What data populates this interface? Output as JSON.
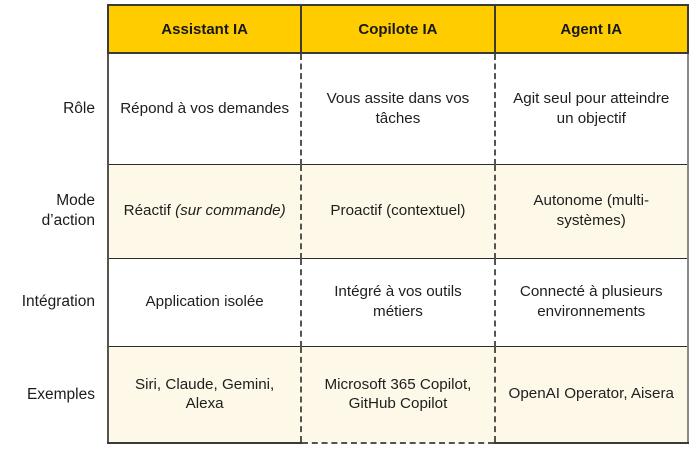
{
  "table": {
    "row_label_header": "",
    "columns": [
      {
        "label": "Assistant IA",
        "key": "assistant"
      },
      {
        "label": "Copilote IA",
        "key": "copilote"
      },
      {
        "label": "Agent IA",
        "key": "agent"
      }
    ],
    "rows": [
      {
        "label": "Rôle",
        "cells": [
          {
            "text": "Répond à vos demandes",
            "italic_part": ""
          },
          {
            "text": "Vous assite dans vos tâches",
            "italic_part": ""
          },
          {
            "text": "Agit seul pour atteindre un objectif",
            "italic_part": ""
          }
        ]
      },
      {
        "label": "Mode\nd’action",
        "cells": [
          {
            "text": "Réactif ",
            "italic_part": "(sur commande)"
          },
          {
            "text": "Proactif (contextuel)",
            "italic_part": ""
          },
          {
            "text": "Autonome (multi-systèmes)",
            "italic_part": ""
          }
        ]
      },
      {
        "label": "Intégration",
        "cells": [
          {
            "text": "Application isolée",
            "italic_part": ""
          },
          {
            "text": "Intégré à vos outils métiers",
            "italic_part": ""
          },
          {
            "text": "Connecté à plusieurs environnements",
            "italic_part": ""
          }
        ]
      },
      {
        "label": "Exemples",
        "cells": [
          {
            "text": "Siri, Claude, Gemini, Alexa",
            "italic_part": ""
          },
          {
            "text": "Microsoft 365 Copilot, GitHub Copilot",
            "italic_part": ""
          },
          {
            "text": "OpenAI Operator, Aisera",
            "italic_part": ""
          }
        ]
      }
    ]
  },
  "colors": {
    "header_background": "#FFCC00",
    "header_text": "#181818",
    "row_alt_background": "#FDF8E7",
    "row_background": "#FFFFFF",
    "border_solid": "#3A3A36",
    "border_dashed": "#55554F",
    "body_text": "#1E1E1E"
  }
}
